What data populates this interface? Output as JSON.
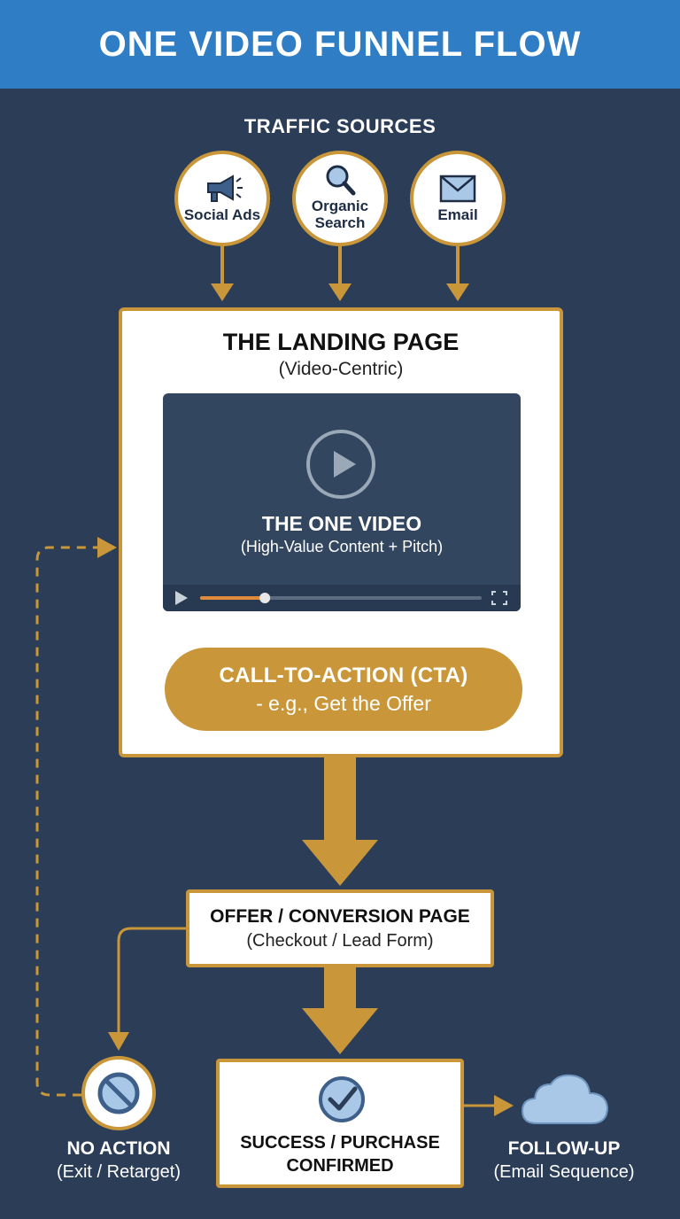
{
  "title": "ONE VIDEO FUNNEL FLOW",
  "traffic": {
    "title": "TRAFFIC SOURCES",
    "sources": [
      {
        "label": "Social Ads",
        "icon": "megaphone-icon"
      },
      {
        "label": "Organic Search",
        "icon": "magnifier-icon"
      },
      {
        "label": "Email",
        "icon": "envelope-icon"
      }
    ]
  },
  "landing": {
    "title": "THE LANDING PAGE",
    "subtitle": "(Video-Centric)",
    "video": {
      "title": "THE ONE VIDEO",
      "subtitle": "(High-Value Content + Pitch)",
      "progress": 0.23
    },
    "cta": {
      "title": "CALL-TO-ACTION (CTA)",
      "subtitle": "- e.g., Get the Offer"
    }
  },
  "offer": {
    "title": "OFFER / CONVERSION PAGE",
    "subtitle": "(Checkout / Lead Form)"
  },
  "no_action": {
    "title": "NO ACTION",
    "subtitle": "(Exit / Retarget)",
    "icon": "prohibited-icon"
  },
  "success": {
    "line1": "SUCCESS / PURCHASE",
    "line2": "CONFIRMED",
    "icon": "checkmark-icon"
  },
  "follow_up": {
    "title": "FOLLOW-UP",
    "subtitle": "(Email Sequence)",
    "icon": "cloud-icon"
  },
  "colors": {
    "background": "#2b3d57",
    "header": "#2f7dc4",
    "accent": "#c9973a",
    "video": "#33465f",
    "icon_blue": "#3d5f8a",
    "cloud": "#a9c8e8"
  }
}
